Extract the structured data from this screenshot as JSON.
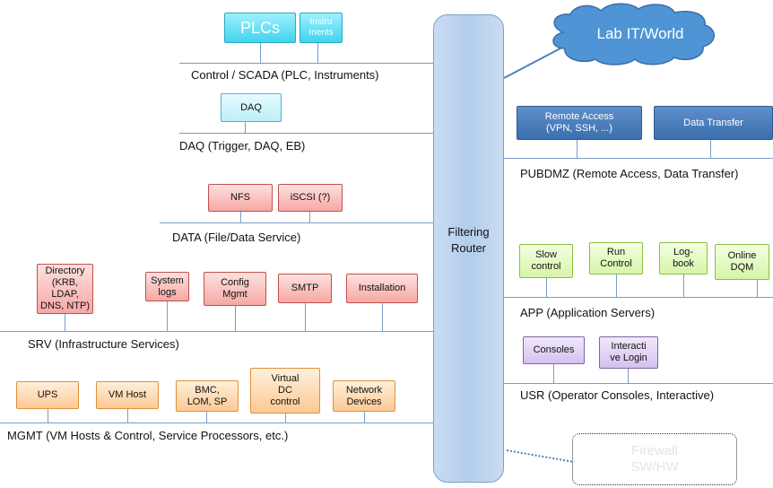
{
  "router": {
    "label": "Filtering\nRouter"
  },
  "cloud": {
    "label": "Lab IT/World",
    "color": "#4f95d6"
  },
  "firewall": {
    "label": "Firewall\nSW/HW"
  },
  "networks": {
    "control": "Control / SCADA (PLC, Instruments)",
    "daq": "DAQ (Trigger, DAQ, EB)",
    "data": "DATA (File/Data Service)",
    "srv": "SRV (Infrastructure Services)",
    "mgmt": "MGMT (VM Hosts & Control, Service Processors, etc.)",
    "pubdmz": "PUBDMZ (Remote Access, Data Transfer)",
    "app": "APP (Application Servers)",
    "usr": "USR (Operator Consoles, Interactive)"
  },
  "nodes": {
    "plcs": "PLCs",
    "instruments": "Instru\nments",
    "daq": "DAQ",
    "nfs": "NFS",
    "iscsi": "iSCSI (?)",
    "directory": "Directory\n(KRB, LDAP,\nDNS, NTP)",
    "system_logs": "System\nlogs",
    "config_mgmt": "Config\nMgmt",
    "smtp": "SMTP",
    "installation": "Installation",
    "ups": "UPS",
    "vm_host": "VM Host",
    "bmc": "BMC,\nLOM, SP",
    "virtual_dc": "Virtual\nDC\ncontrol",
    "network_devices": "Network\nDevices",
    "remote_access": "Remote Access\n(VPN, SSH, ...)",
    "data_transfer": "Data Transfer",
    "slow_control": "Slow\ncontrol",
    "run_control": "Run\nControl",
    "logbook": "Log-\nbook",
    "online_dqm": "Online\nDQM",
    "consoles": "Consoles",
    "interactive_login": "Interacti\nve Login"
  }
}
